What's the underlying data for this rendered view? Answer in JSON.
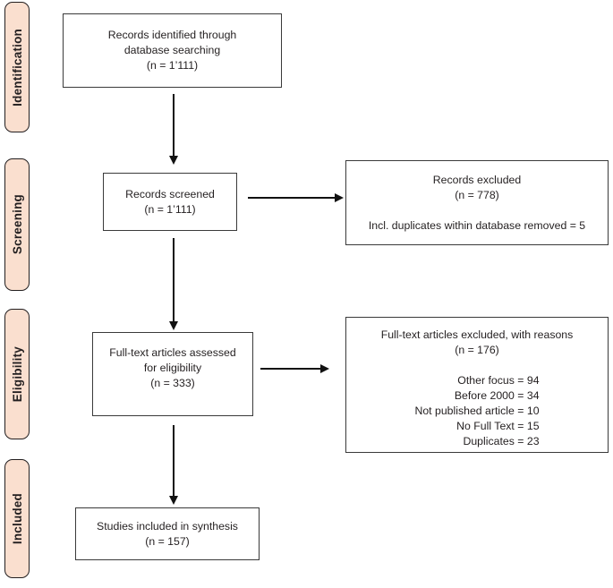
{
  "diagram": {
    "type": "prisma-flow-diagram",
    "stages": [
      {
        "name": "identification",
        "label": "Identification"
      },
      {
        "name": "screening",
        "label": "Screening"
      },
      {
        "name": "eligibility",
        "label": "Eligibility"
      },
      {
        "name": "included",
        "label": "Included"
      }
    ],
    "boxes": {
      "records_identified": {
        "lines": [
          "Records identified through",
          "database searching",
          "(n = 1’111)"
        ]
      },
      "records_screened": {
        "lines": [
          "Records screened",
          "(n = 1’111)"
        ]
      },
      "records_excluded": {
        "lines": [
          "Records excluded",
          "(n = 778)"
        ],
        "note": "Incl. duplicates within database removed = 5"
      },
      "fulltext_assessed": {
        "lines": [
          "Full-text articles assessed",
          "for eligibility",
          "(n = 333)"
        ]
      },
      "fulltext_excluded": {
        "lines": [
          "Full-text articles excluded, with reasons",
          "(n = 176)"
        ],
        "reasons": [
          "Other focus = 94",
          "Before 2000 = 34",
          "Not published article = 10",
          "No Full Text = 15",
          "Duplicates = 23"
        ]
      },
      "studies_included": {
        "lines": [
          "Studies included in synthesis",
          "(n = 157)"
        ]
      }
    },
    "counts": {
      "identified": 1111,
      "screened": 1111,
      "excluded_screening": 778,
      "duplicates_within_database_removed": 5,
      "fulltext_assessed": 333,
      "fulltext_excluded": 176,
      "included": 157,
      "exclusion_reasons": {
        "other_focus": 94,
        "before_2000": 34,
        "not_published_article": 10,
        "no_full_text": 15,
        "duplicates": 23
      }
    },
    "colors": {
      "stage_fill": "#fadfcf",
      "stage_border": "#231f20",
      "box_border": "#3a3a3a",
      "text": "#231f20",
      "connector": "#111111",
      "background": "#ffffff"
    }
  }
}
